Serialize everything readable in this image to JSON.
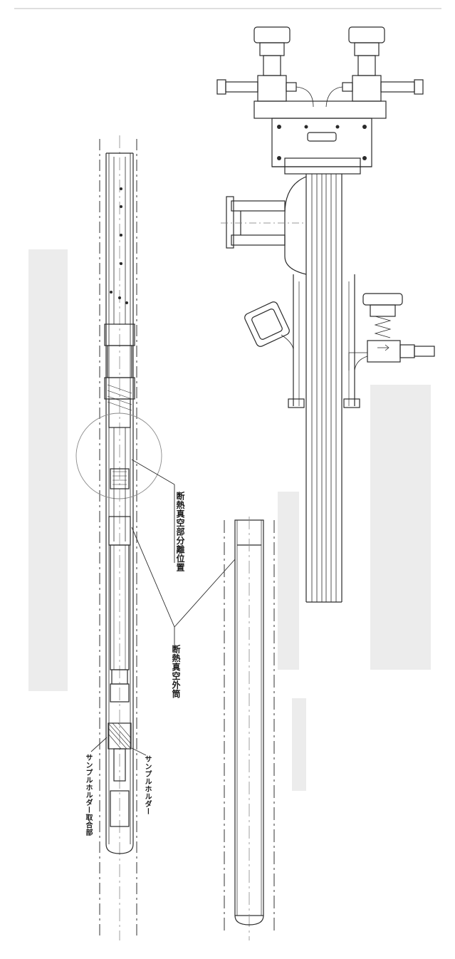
{
  "labels": {
    "insulation_vacuum_separation": "断熱真空部分離位置",
    "insulation_vacuum_outer_tube": "断熱真空外筒",
    "sample_holder": "サンプルホルダー",
    "sample_holder_joint": "サンプルホルダー取合部"
  },
  "colors": {
    "line": "#2a2a2a",
    "light_line": "#7a7a7a",
    "background": "#ffffff",
    "ghost_text": "#dcdcdc"
  }
}
